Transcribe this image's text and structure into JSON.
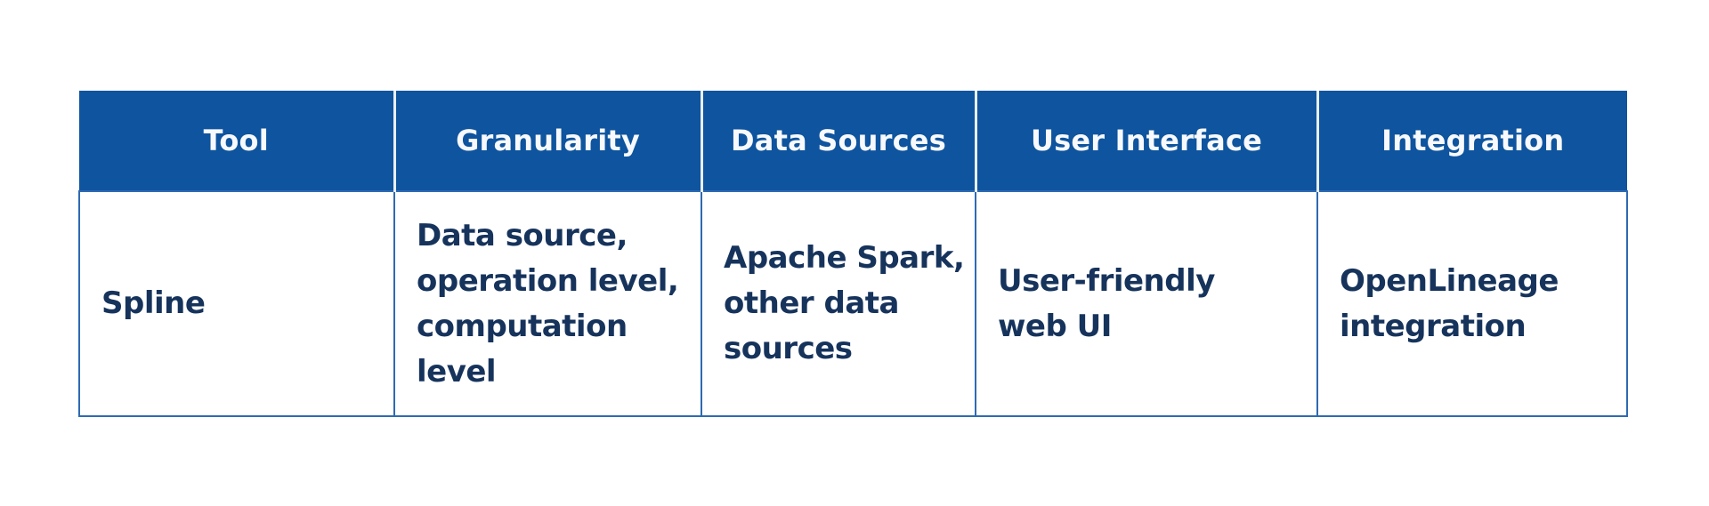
{
  "chart_data": {
    "type": "table",
    "columns": [
      "Tool",
      "Granularity",
      "Data Sources",
      "User Interface",
      "Integration"
    ],
    "rows": [
      [
        "Spline",
        "Data source, operation level, computation level",
        "Apache Spark, other data sources",
        "User-friendly web UI",
        "OpenLineage integration"
      ]
    ]
  },
  "table": {
    "columns": [
      {
        "label": "Tool"
      },
      {
        "label": "Granularity"
      },
      {
        "label": "Data Sources"
      },
      {
        "label": "User Interface"
      },
      {
        "label": "Integration"
      }
    ],
    "rows": [
      {
        "cells": [
          {
            "text": "Spline"
          },
          {
            "text": "Data source,\noperation level,\ncomputation\nlevel"
          },
          {
            "text": "Apache Spark,\nother data\nsources"
          },
          {
            "text": "User-friendly\nweb UI"
          },
          {
            "text": "OpenLineage\nintegration"
          }
        ]
      }
    ]
  },
  "colors": {
    "header_bg": "#0e549e",
    "header_text": "#f7f9fc",
    "body_text": "#16335c",
    "cell_border": "#2e6ab2",
    "header_divider": "#e9eef4",
    "page_bg": "#ffffff"
  }
}
